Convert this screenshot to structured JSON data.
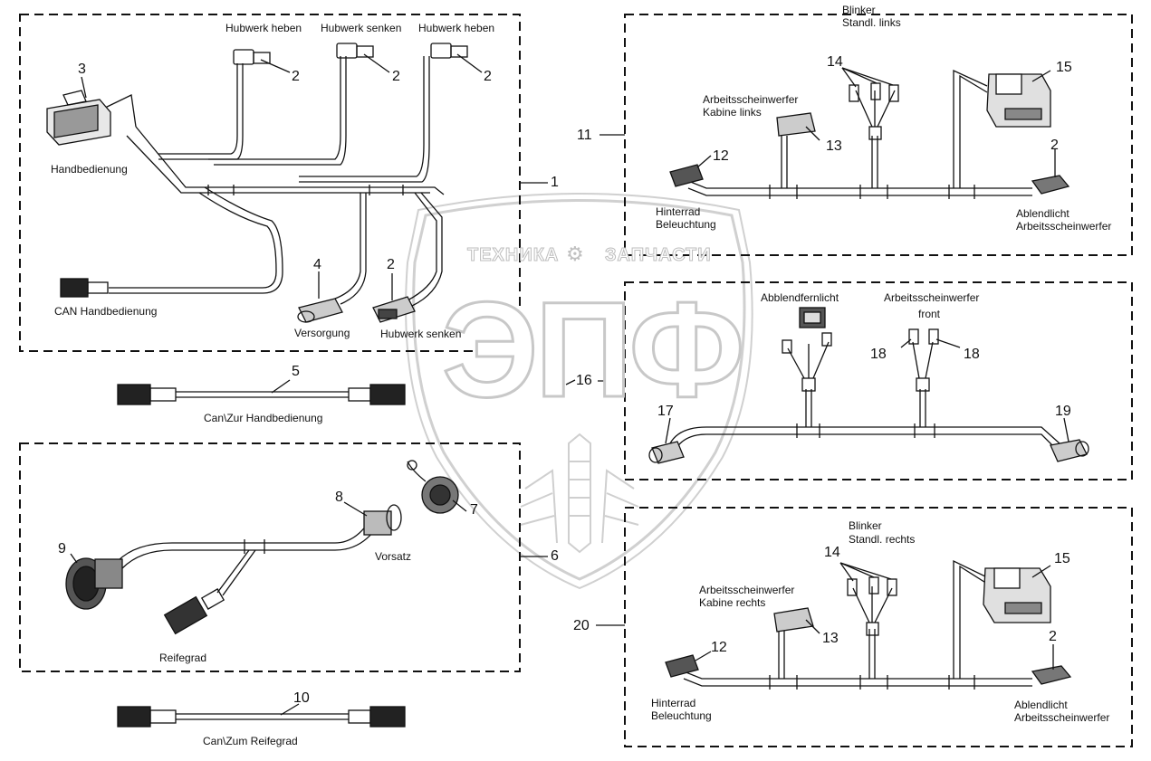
{
  "watermark": {
    "line1_left": "ТЕХНИКА",
    "line1_right": "ЗАПЧАСТИ",
    "logo": "ЭПФ",
    "gear_icon": "⚙"
  },
  "panel_1": {
    "callout": "1",
    "labels": {
      "hubwerk_heben_1": "Hubwerk heben",
      "hubwerk_senken_top": "Hubwerk senken",
      "hubwerk_heben_2": "Hubwerk heben",
      "handbedienung": "Handbedienung",
      "can_handbedienung": "CAN Handbedienung",
      "versorgung": "Versorgung",
      "hubwerk_senken_bottom": "Hubwerk senken"
    },
    "numbers": [
      "3",
      "2",
      "2",
      "2",
      "4",
      "2"
    ]
  },
  "item_5": {
    "callout": "5",
    "label": "Can\\Zur Handbedienung"
  },
  "panel_6": {
    "callout": "6",
    "labels": {
      "vorsatz": "Vorsatz",
      "reifegrad": "Reifegrad"
    },
    "numbers": [
      "8",
      "7",
      "9"
    ]
  },
  "item_10": {
    "callout": "10",
    "label": "Can\\Zum Reifegrad"
  },
  "panel_11": {
    "callout": "11",
    "labels": {
      "blinker": "Blinker",
      "standl_links": "Standl. links",
      "arbeits_kabine": "Arbeitsscheinwerfer",
      "kabine_links": "Kabine links",
      "hinterrad": "Hinterrad",
      "beleuchtung": "Beleuchtung",
      "ablendlicht": "Ablendlicht",
      "arbeitsscheinwerfer": "Arbeitsscheinwerfer"
    },
    "numbers": [
      "14",
      "15",
      "13",
      "12",
      "2"
    ]
  },
  "panel_16": {
    "callout": "16",
    "labels": {
      "abblendfernlicht": "Abblendfernlicht",
      "arbeitsscheinwerfer": "Arbeitsscheinwerfer",
      "front": "front"
    },
    "numbers": [
      "18",
      "18",
      "17",
      "19"
    ]
  },
  "panel_20": {
    "callout": "20",
    "labels": {
      "blinker": "Blinker",
      "standl_rechts": "Standl. rechts",
      "arbeits_kabine": "Arbeitsscheinwerfer",
      "kabine_rechts": "Kabine rechts",
      "hinterrad": "Hinterrad",
      "beleuchtung": "Beleuchtung",
      "ablendlicht": "Ablendlicht",
      "arbeitsscheinwerfer": "Arbeitsscheinwerfer"
    },
    "numbers": [
      "14",
      "15",
      "13",
      "12",
      "2"
    ]
  }
}
